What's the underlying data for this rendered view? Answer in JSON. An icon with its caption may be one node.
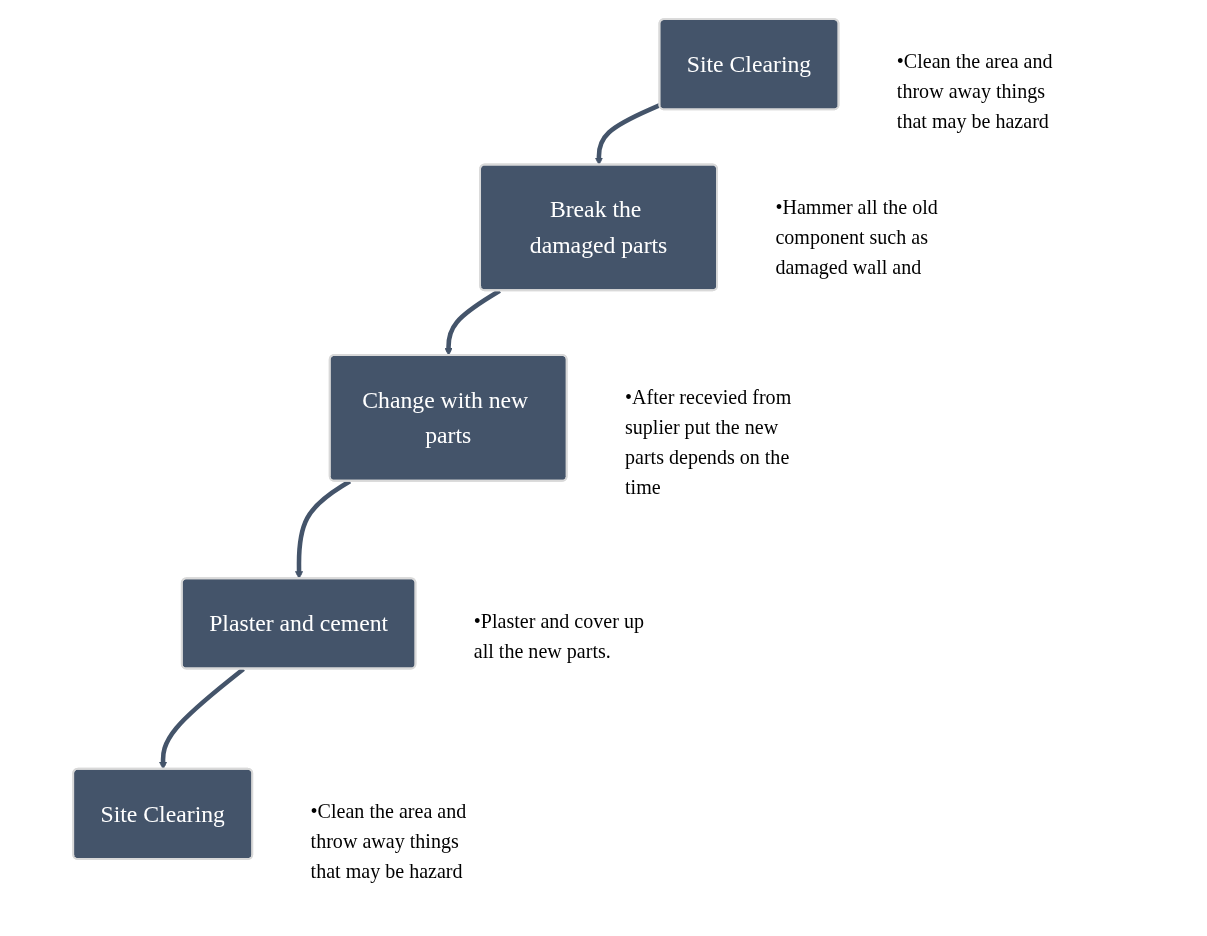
{
  "diagram": {
    "nodes": [
      {
        "text": [
          "Site Clearing"
        ],
        "beside": [
          "•Clean the area and throw away things that may be hazard"
        ]
      },
      {
        "text": [
          "Break the damaged parts"
        ],
        "beside": [
          "•Hammer all the old component such as damaged wall and"
        ]
      },
      {
        "text": [
          "Change with new parts"
        ],
        "beside": [
          "•After recevied from suplier put the new parts depends on the time"
        ]
      },
      {
        "text": [
          "Plaster and cement"
        ],
        "beside": [
          "•Plaster and cover up all the new parts."
        ]
      },
      {
        "text": [
          "Site Clearing"
        ],
        "beside": [
          "•Clean the area and throw away things that may be hazard"
        ]
      }
    ],
    "edges": [
      {
        "from": 0,
        "to": 1,
        "arrow": "to"
      },
      {
        "from": 1,
        "to": 2,
        "arrow": "to"
      },
      {
        "from": 2,
        "to": 3,
        "arrow": "to"
      },
      {
        "from": 3,
        "to": 4,
        "arrow": "to"
      }
    ]
  }
}
